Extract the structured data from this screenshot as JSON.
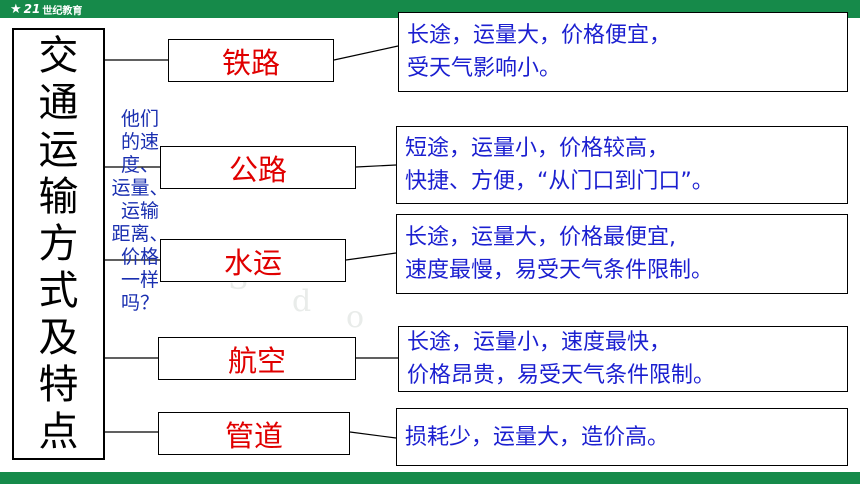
{
  "header": {
    "logo_mark": "★",
    "logo_num": "21",
    "logo_text": "世纪教育"
  },
  "colors": {
    "brand_green": "#168a4a",
    "transport_red": "#e00000",
    "feature_blue": "#1b1fd0"
  },
  "title": [
    "交",
    "通",
    "运",
    "输",
    "方",
    "式",
    "及",
    "特",
    "点"
  ],
  "question_lines": [
    "他们",
    "的速",
    "度、",
    "运量、",
    "运输",
    "距离、",
    "价格",
    "一样",
    "吗？"
  ],
  "transports": [
    {
      "name": "铁路",
      "features": [
        "长途，运量大，价格便宜，",
        "受天气影响小。"
      ]
    },
    {
      "name": "公路",
      "features": [
        "短途，运量小，价格较高，",
        "快捷、方便，“从门口到门口”。"
      ]
    },
    {
      "name": "水运",
      "features": [
        "长途，运量大，价格最便宜,",
        "速度最慢，易受天气条件限制。"
      ]
    },
    {
      "name": "航空",
      "features": [
        "长途，运量小，速度最快，",
        "价格昂贵，易受天气条件限制。"
      ]
    },
    {
      "name": "管道",
      "features": [
        "损耗少，运量大，造价高。"
      ]
    }
  ]
}
